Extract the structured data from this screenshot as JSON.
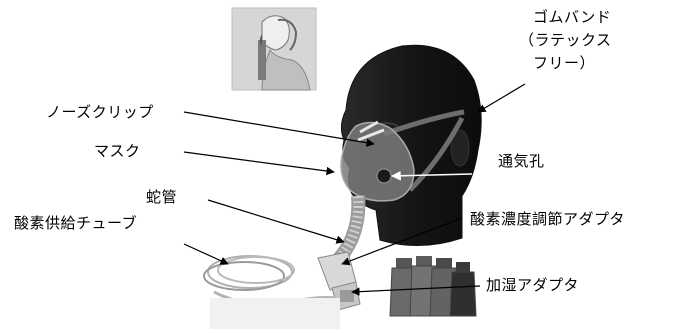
{
  "labels": {
    "rubber_band": [
      "ゴムバンド",
      "（ラテックス",
      "フリー）"
    ],
    "nose_clip": "ノーズクリップ",
    "mask": "マスク",
    "vent_hole": "通気孔",
    "corrugated_tube": "蛇管",
    "oxygen_tube": "酸素供給チューブ",
    "concentration_adapter": "酸素濃度調節アダプタ",
    "humidifier_adapter": "加湿アダプタ"
  },
  "colors": {
    "head": "#1c1c1c",
    "mask": "#5a5a5a",
    "line": "#000000",
    "vent_arrow": "#ffffff"
  }
}
